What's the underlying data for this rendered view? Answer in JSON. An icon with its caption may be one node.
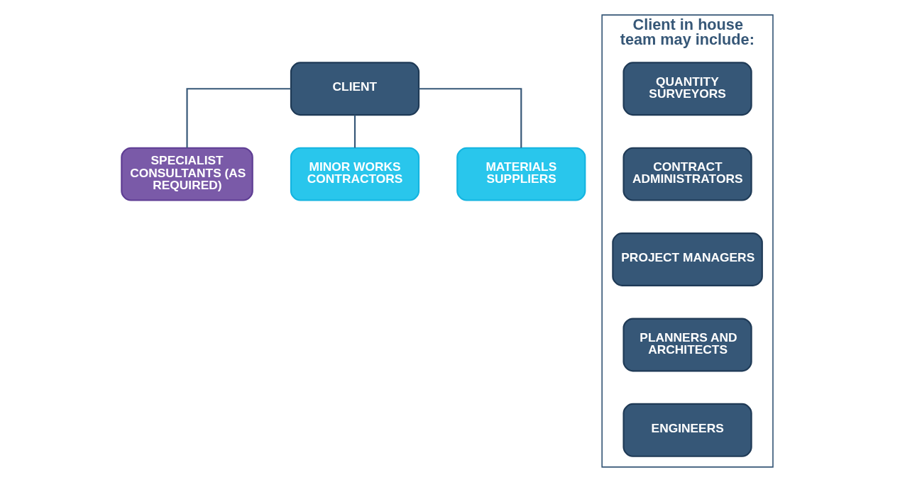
{
  "diagram": {
    "nodes": [
      {
        "text": [
          "CLIENT"
        ]
      },
      {
        "text": [
          "SPECIALIST CONSULTANTS (AS REQUIRED)"
        ]
      },
      {
        "text": [
          "MINOR WORKS CONTRACTORS"
        ]
      },
      {
        "text": [
          "MATERIALS SUPPLIERS"
        ]
      },
      {
        "text": [
          "Client in house team may include:"
        ]
      },
      {
        "text": [
          "QUANTITY SURVEYORS"
        ],
        "in": 4
      },
      {
        "text": [
          "CONTRACT ADMINISTRATORS"
        ],
        "in": 4
      },
      {
        "text": [
          "PROJECT MANAGERS"
        ],
        "in": 4
      },
      {
        "text": [
          "PLANNERS AND ARCHITECTS"
        ],
        "in": 4
      },
      {
        "text": [
          "ENGINEERS"
        ],
        "in": 4
      }
    ],
    "edges": [
      {
        "from": 0,
        "to": 1,
        "arrow": "none"
      },
      {
        "from": 0,
        "to": 2,
        "arrow": "none"
      },
      {
        "from": 0,
        "to": 3,
        "arrow": "none"
      }
    ]
  }
}
